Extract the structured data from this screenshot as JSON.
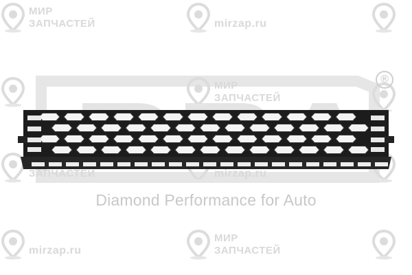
{
  "watermark": {
    "brand_line_1": "МИР",
    "brand_line_2": "ЗАПЧАСТЕЙ",
    "site": "mirzap.ru",
    "color": "#d9d9d9",
    "icon": "map-pin-icon"
  },
  "logo": {
    "text": "DPA",
    "registered_mark": "®",
    "tagline": "Diamond Performance for Auto",
    "color": "#d0d0d0"
  },
  "product": {
    "name": "front bumper lower grille",
    "color": "#1c1c1c"
  }
}
